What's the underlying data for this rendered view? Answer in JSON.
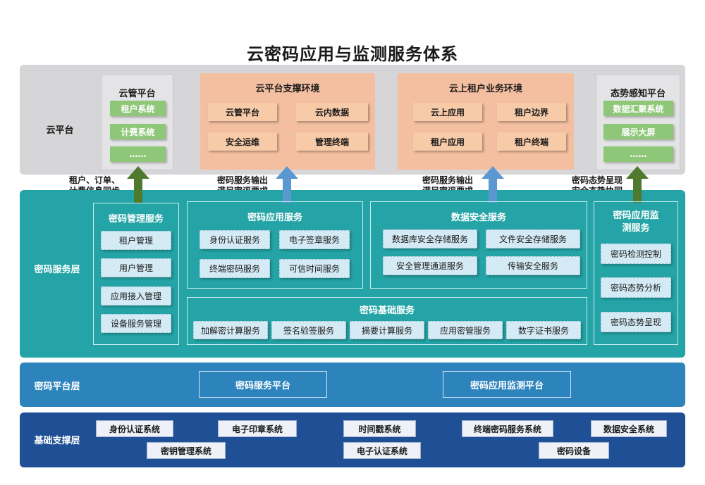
{
  "title": "云密码应用与监测服务体系",
  "cloud_layer": {
    "label": "云平台",
    "cloud_mgmt": {
      "title": "云管平台",
      "items": [
        "租户系统",
        "计费系统",
        "……"
      ]
    },
    "support_env": {
      "title": "云平台支撑环境",
      "items": [
        "云管平台",
        "云内数据",
        "安全运维",
        "管理终端"
      ]
    },
    "tenant_env": {
      "title": "云上租户业务环境",
      "items": [
        "云上应用",
        "租户边界",
        "租户应用",
        "租户终端"
      ]
    },
    "situation": {
      "title": "态势感知平台",
      "items": [
        "数据汇聚系统",
        "展示大屏",
        "……"
      ]
    }
  },
  "arrows": {
    "a1": [
      "租户、订单、",
      "计费信息同步"
    ],
    "a2": [
      "密码服务输出",
      "满足密评要求"
    ],
    "a3": [
      "密码服务输出",
      "满足密评要求"
    ],
    "a4": [
      "密码态势呈现",
      "安全态势协同"
    ]
  },
  "service_layer": {
    "label": "密码服务层",
    "mgmt": {
      "title": "密码管理服务",
      "items": [
        "租户管理",
        "用户管理",
        "应用接入管理",
        "设备服务管理"
      ]
    },
    "app": {
      "title": "密码应用服务",
      "items": [
        "身份认证服务",
        "电子签章服务",
        "终端密码服务",
        "可信时间服务"
      ]
    },
    "data": {
      "title": "数据安全服务",
      "items": [
        "数据库安全存储服务",
        "文件安全存储服务",
        "安全管理通道服务",
        "传输安全服务"
      ]
    },
    "basic": {
      "title": "密码基础服务",
      "items": [
        "加解密计算服务",
        "签名验签服务",
        "摘要计算服务",
        "应用密管服务",
        "数字证书服务"
      ]
    },
    "monitor": {
      "title": [
        "密码应用监",
        "测服务"
      ],
      "items": [
        "密码检测控制",
        "密码态势分析",
        "密码态势呈现"
      ]
    }
  },
  "platform_layer": {
    "label": "密码平台层",
    "items": [
      "密码服务平台",
      "密码应用监测平台"
    ]
  },
  "base_layer": {
    "label": "基础支撑层",
    "items": [
      "身份认证系统",
      "电子印章系统",
      "时间戳系统",
      "终端密码服务系统",
      "数据安全系统",
      "密钥管理系统",
      "电子认证系统",
      "密码设备"
    ]
  },
  "colors": {
    "cloud_band": "#d6d6d8",
    "service_band": "#24a4a6",
    "platform_band": "#2d84bd",
    "base_band": "#1f4f94",
    "green_arrow": "#4f7a2e",
    "blue_arrow": "#5b97d1",
    "salmon_panel": "#f4bfa0",
    "green_button": "#8fc779"
  },
  "icons": [
    "up-arrow-green",
    "up-arrow-blue"
  ]
}
